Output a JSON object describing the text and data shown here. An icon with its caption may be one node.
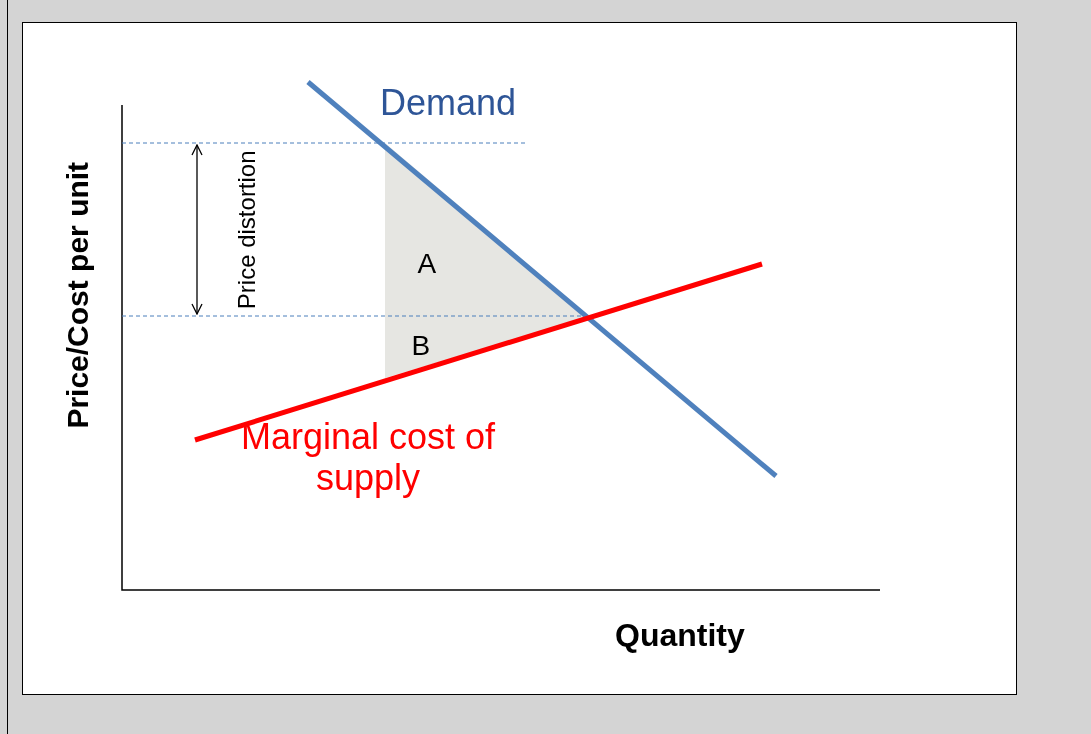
{
  "diagram": {
    "labels": [
      "Demand",
      "Price distortion",
      "A",
      "B",
      "Marginal cost of supply",
      "Price/Cost per unit",
      "Quantity"
    ]
  }
}
